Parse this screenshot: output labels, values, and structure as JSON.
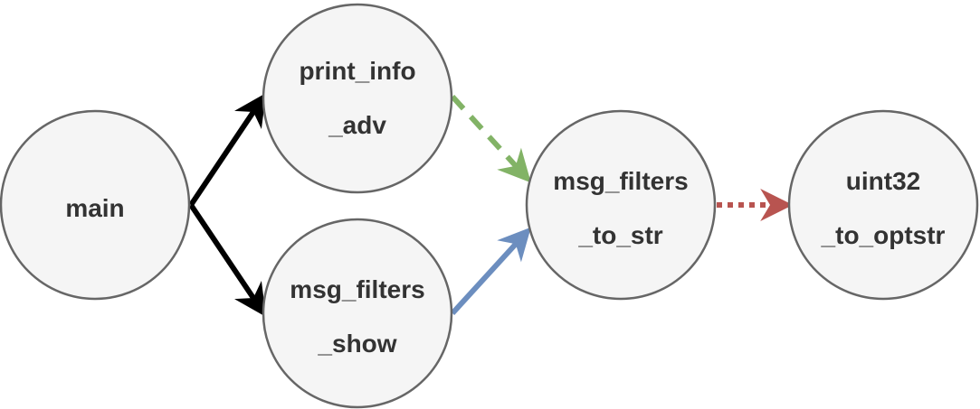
{
  "diagram": {
    "nodes": [
      {
        "id": "main",
        "lines": [
          "main"
        ]
      },
      {
        "id": "print_info_adv",
        "lines": [
          "print_info",
          "_adv"
        ]
      },
      {
        "id": "msg_filters_show",
        "lines": [
          "msg_filters",
          "_show"
        ]
      },
      {
        "id": "msg_filters_to_str",
        "lines": [
          "msg_filters",
          "_to_str"
        ]
      },
      {
        "id": "uint32_to_optstr",
        "lines": [
          "uint32",
          "_to_optstr"
        ]
      }
    ],
    "edges": [
      {
        "from": "main",
        "to": "print_info_adv",
        "style": "solid",
        "color": "#000000"
      },
      {
        "from": "main",
        "to": "msg_filters_show",
        "style": "solid",
        "color": "#000000"
      },
      {
        "from": "print_info_adv",
        "to": "msg_filters_to_str",
        "style": "dashed",
        "color": "#82b366"
      },
      {
        "from": "msg_filters_show",
        "to": "msg_filters_to_str",
        "style": "solid",
        "color": "#6c8ebf"
      },
      {
        "from": "msg_filters_to_str",
        "to": "uint32_to_optstr",
        "style": "dotted",
        "color": "#b85450"
      }
    ]
  }
}
